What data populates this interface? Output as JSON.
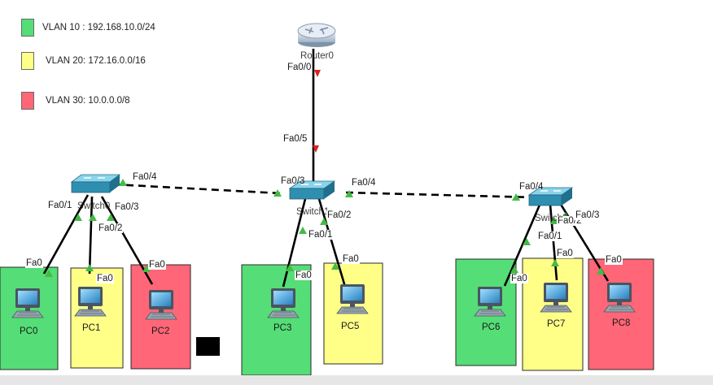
{
  "legend": [
    {
      "label": "VLAN 10 : 192.168.10.0/24",
      "color": "#55dd77"
    },
    {
      "label": "VLAN 20: 172.16.0.0/16",
      "color": "#ffff88"
    },
    {
      "label": "VLAN 30: 10.0.0.0/8",
      "color": "#ff6677"
    }
  ],
  "devices": {
    "router": "Router0",
    "switch0": "Switch0",
    "switch1": "Switch1",
    "switch2": "Switch2"
  },
  "pcs": {
    "pc0": "PC0",
    "pc1": "PC1",
    "pc2": "PC2",
    "pc3": "PC3",
    "pc5": "PC5",
    "pc6": "PC6",
    "pc7": "PC7",
    "pc8": "PC8"
  },
  "ports": {
    "router_fa00": "Fa0/0",
    "sw1_fa05": "Fa0/5",
    "sw0_fa04": "Fa0/4",
    "sw0_fa01": "Fa0/1",
    "sw0_fa03": "Fa0/3",
    "sw0_fa02": "Fa0/2",
    "sw1_fa03": "Fa0/3",
    "sw1_fa04": "Fa0/4",
    "sw1_fa02": "Fa0/2",
    "sw1_fa01": "Fa0/1",
    "sw2_fa04": "Fa0/4",
    "sw2_fa02": "Fa0/2",
    "sw2_fa03": "Fa0/3",
    "sw2_fa01": "Fa0/1",
    "pc0_fa0": "Fa0",
    "pc1_fa0": "Fa0",
    "pc2_fa0": "Fa0",
    "pc3_fa0": "Fa0",
    "pc5_fa0": "Fa0",
    "pc6_fa0": "Fa0",
    "pc7_fa0": "Fa0",
    "pc8_fa0": "Fa0"
  },
  "colors": {
    "vlan10": "#55dd77",
    "vlan20": "#ffff88",
    "vlan30": "#ff6677",
    "link_up": "#44bb44",
    "link_down": "#e02020",
    "switch": "#2f8fb0",
    "router": "#b8c8d8"
  }
}
